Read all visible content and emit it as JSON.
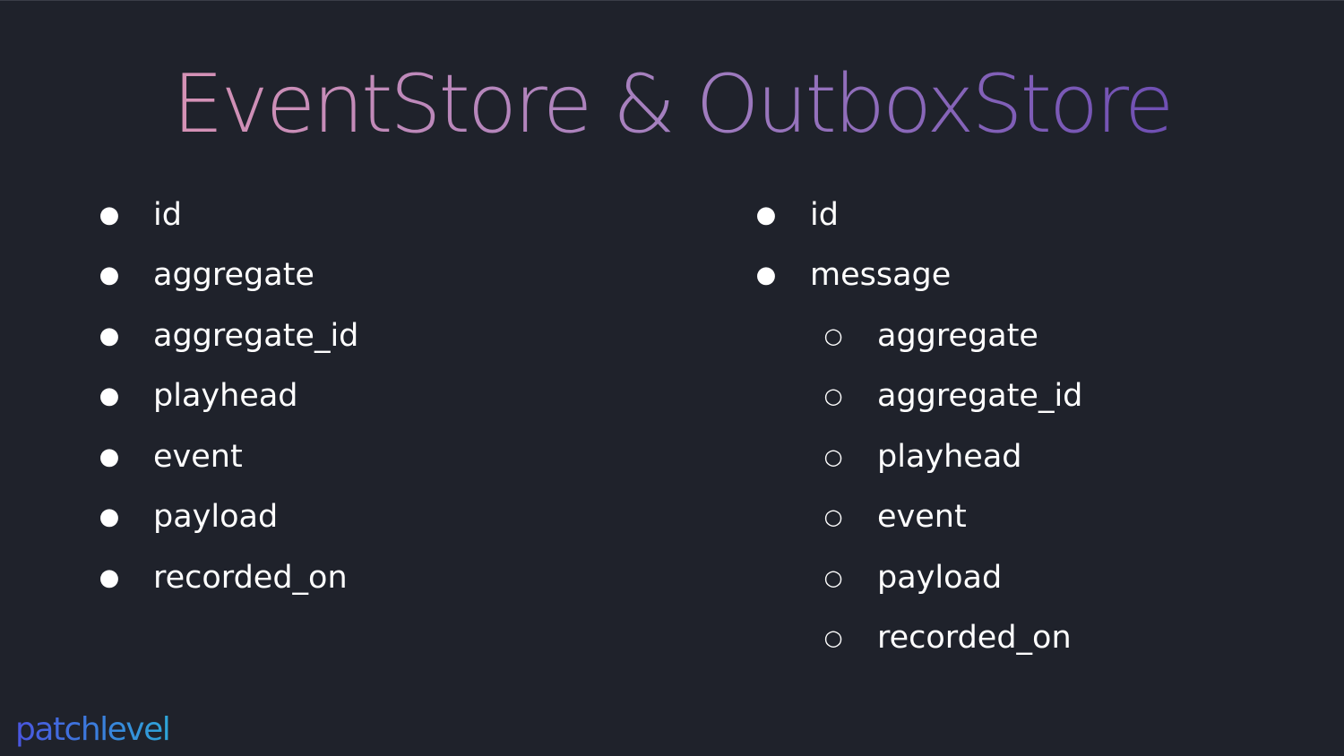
{
  "slide": {
    "title": "EventStore & OutboxStore",
    "title_gradient": [
      "#d692b5",
      "#a37fbf",
      "#6f4fb3"
    ],
    "background": "#1f222b"
  },
  "left_list": [
    {
      "label": "id",
      "bullet": "●"
    },
    {
      "label": "aggregate",
      "bullet": "●"
    },
    {
      "label": "aggregate_id",
      "bullet": "●"
    },
    {
      "label": "playhead",
      "bullet": "●"
    },
    {
      "label": "event",
      "bullet": "●"
    },
    {
      "label": "payload",
      "bullet": "●"
    },
    {
      "label": "recorded_on",
      "bullet": "●"
    }
  ],
  "right_list": [
    {
      "label": "id",
      "bullet": "●"
    },
    {
      "label": "message",
      "bullet": "●"
    },
    {
      "label": "aggregate",
      "bullet": "○"
    },
    {
      "label": "aggregate_id",
      "bullet": "○"
    },
    {
      "label": "playhead",
      "bullet": "○"
    },
    {
      "label": "event",
      "bullet": "○"
    },
    {
      "label": "payload",
      "bullet": "○"
    },
    {
      "label": "recorded_on",
      "bullet": "○"
    }
  ],
  "logo": {
    "text": "patchlevel",
    "gradient": [
      "#4a55e0",
      "#2ea6d8"
    ]
  }
}
